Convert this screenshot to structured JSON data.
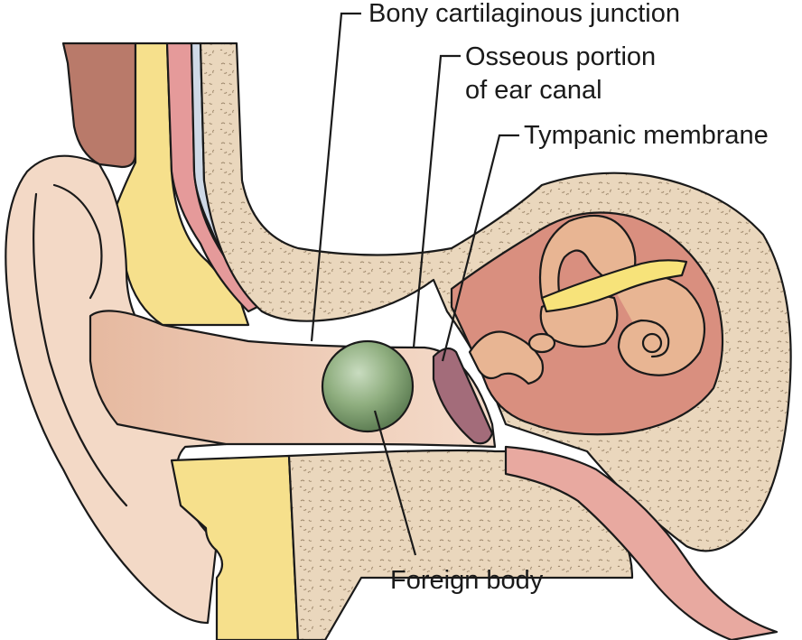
{
  "labels": {
    "bony_junction": "Bony cartilaginous junction",
    "osseous_line1": "Osseous portion",
    "osseous_line2": "of ear canal",
    "tympanic": "Tympanic membrane",
    "foreign_body": "Foreign body"
  },
  "colors": {
    "skin": "#f3d9c6",
    "skin_dark": "#e9bfa6",
    "bone": "#ead7bd",
    "cartilage": "#f6e08c",
    "muscle": "#b97a6a",
    "vessel_red": "#e59a9a",
    "vessel_blue": "#cfd9e6",
    "middle_ear": "#d98f7f",
    "tympanic": "#a36c7a",
    "inner_ear": "#e8b593",
    "nerve": "#f7e37a",
    "foreign_body": "#8fae7f",
    "canal_floor": "#e8a9a0"
  }
}
